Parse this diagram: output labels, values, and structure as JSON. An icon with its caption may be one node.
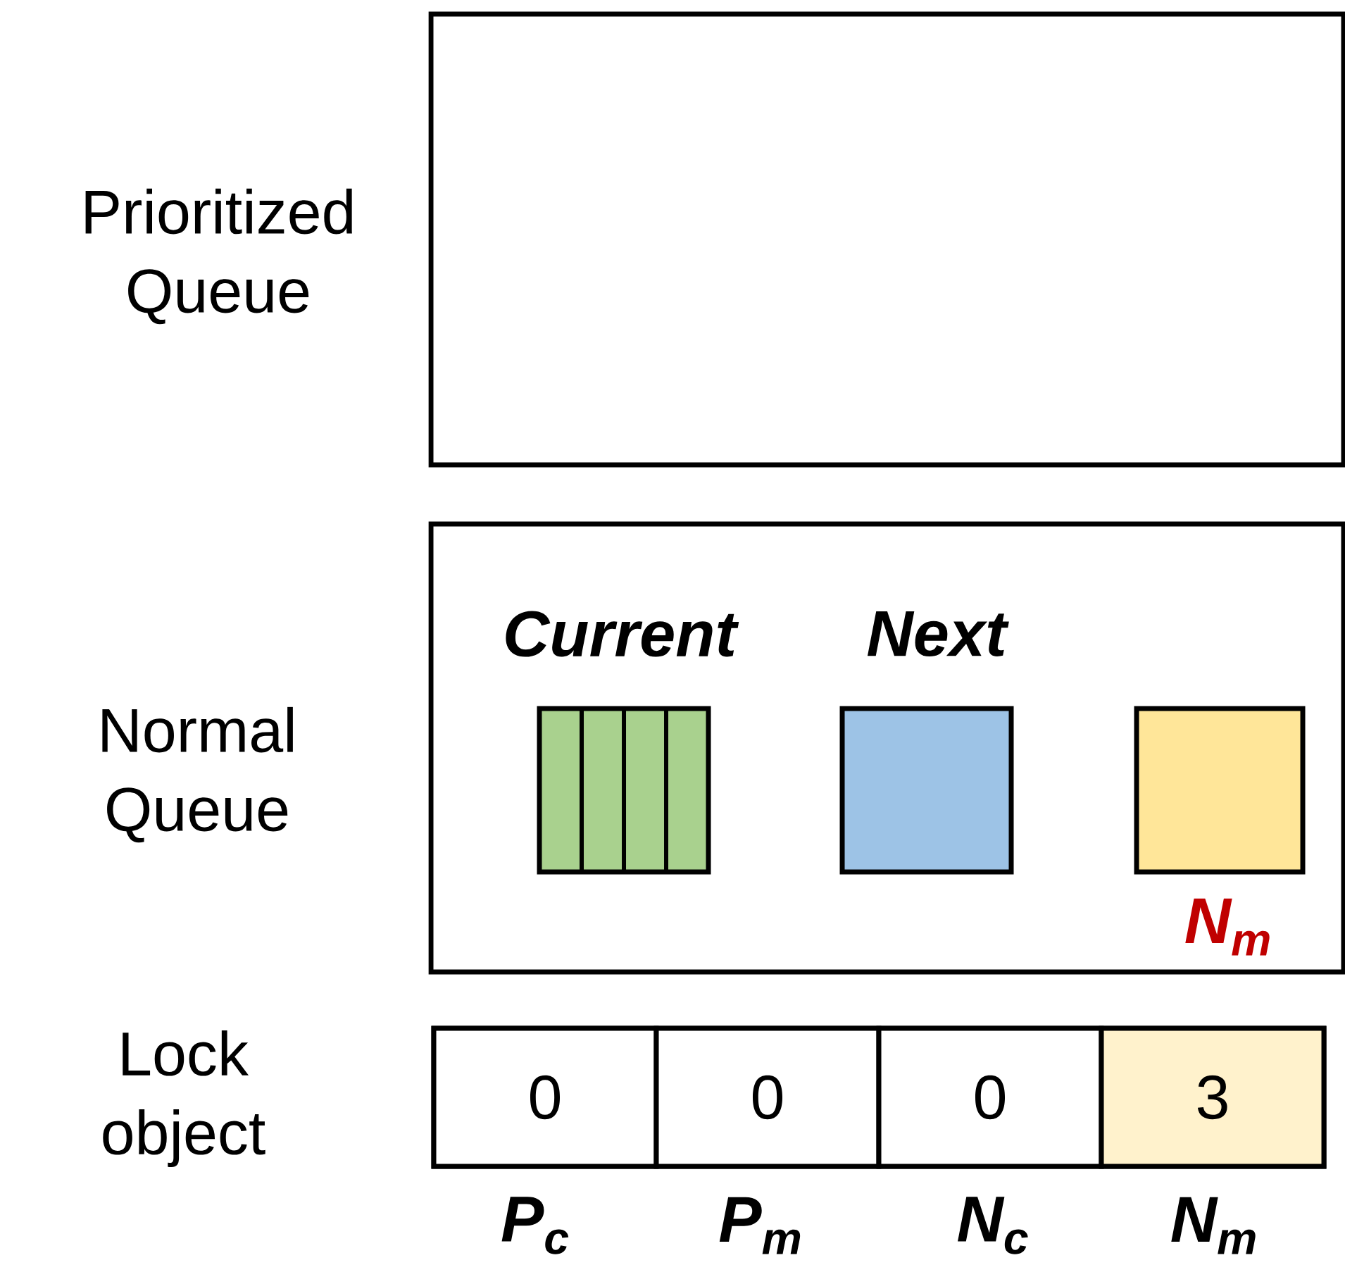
{
  "diagram": {
    "nodes": [
      {
        "text": [
          "Prioritized Queue"
        ]
      },
      {
        "text": [
          "Normal Queue"
        ]
      },
      {
        "text": [],
        "shape": "box",
        "in": 1,
        "beside": [
          "Current"
        ]
      },
      {
        "text": [],
        "shape": "box",
        "in": 1,
        "beside": [
          "Next"
        ]
      },
      {
        "text": [],
        "shape": "box",
        "in": 1,
        "beside": [
          "N$_{m}$"
        ]
      },
      {
        "text": [
          "Lock object"
        ]
      },
      {
        "text": [
          "0"
        ],
        "in": 5,
        "beside": [
          "P$_{c}$"
        ]
      },
      {
        "text": [
          "0"
        ],
        "in": 5,
        "beside": [
          "P$_{m}$"
        ]
      },
      {
        "text": [
          "0"
        ],
        "in": 5,
        "beside": [
          "N$_{c}$"
        ]
      },
      {
        "text": [
          "3"
        ],
        "in": 5,
        "beside": [
          "N$_{m}$"
        ]
      }
    ]
  }
}
